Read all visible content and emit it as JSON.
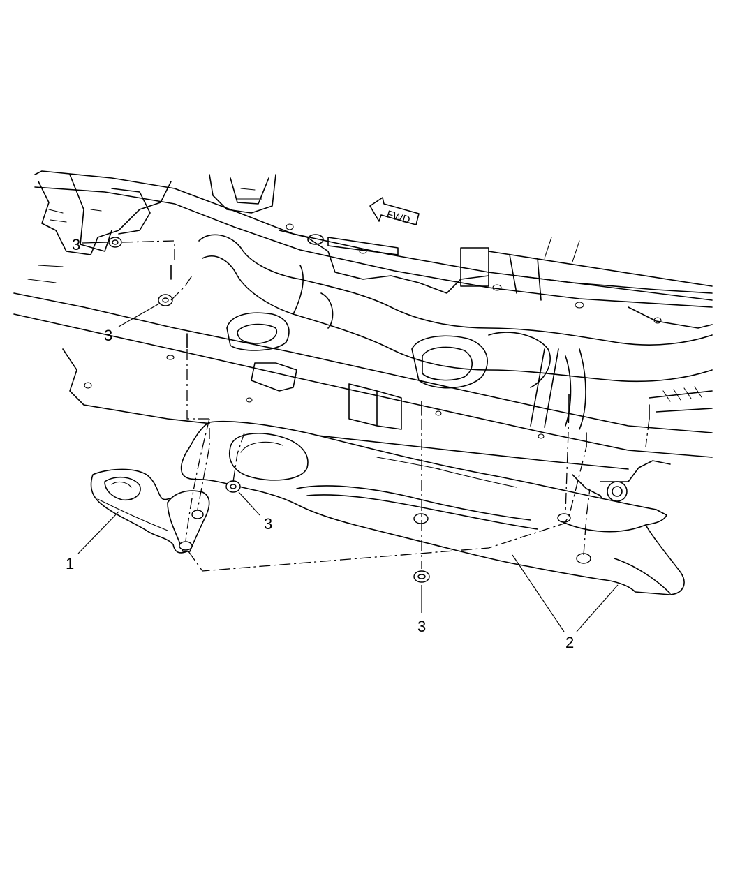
{
  "diagram": {
    "direction_label": "FWD",
    "callouts": [
      {
        "id": "c1",
        "label": "1"
      },
      {
        "id": "c2",
        "label": "2"
      },
      {
        "id": "c3a",
        "label": "3"
      },
      {
        "id": "c3b",
        "label": "3"
      },
      {
        "id": "c3c",
        "label": "3"
      },
      {
        "id": "c3d",
        "label": "3"
      }
    ]
  },
  "icons": {
    "direction_arrow": "arrow-left-icon"
  }
}
